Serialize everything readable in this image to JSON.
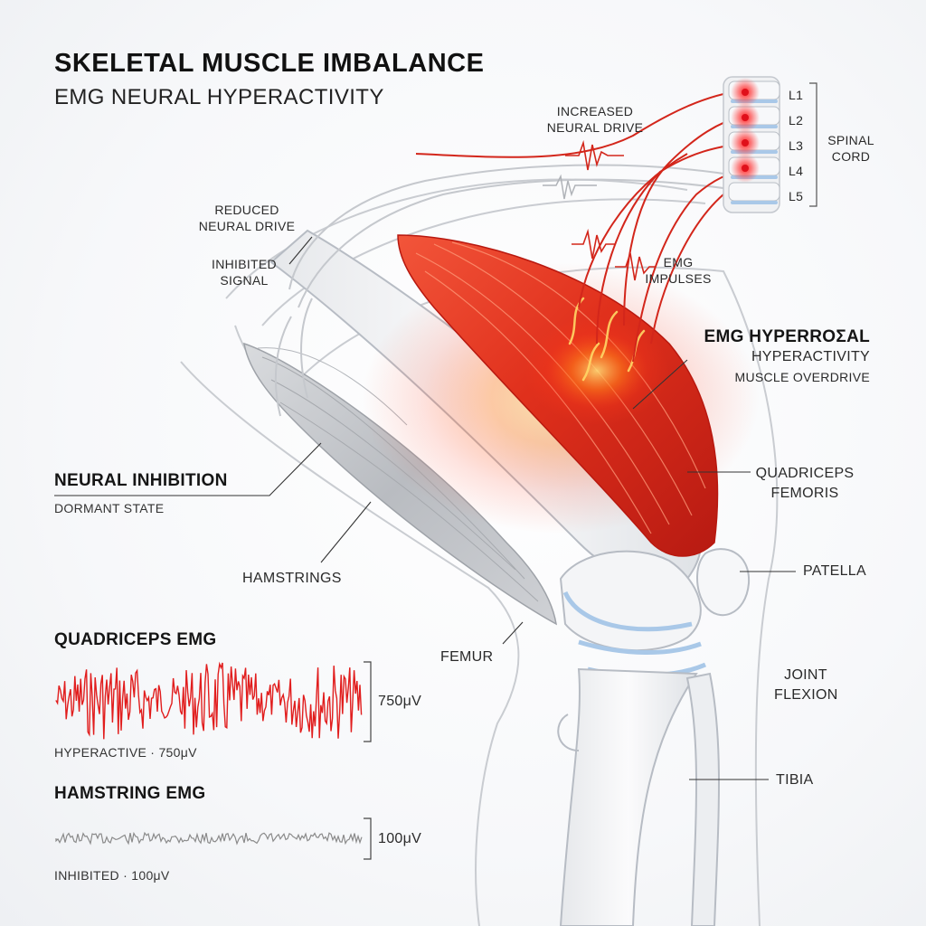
{
  "title": "SKELETAL MUSCLE IMBALANCE",
  "subtitle": "EMG NEURAL HYPERACTIVITY",
  "spine": {
    "levels": [
      "L1",
      "L2",
      "L3",
      "L4",
      "L5"
    ],
    "label": "SPINAL\nCORD"
  },
  "labels": {
    "increased_drive": "INCREASED\nNEURAL DRIVE",
    "reduced_drive": "REDUCED\nNEURAL DRIVE",
    "inhibited_signal": "INHIBITED\nSIGNAL",
    "emg_impulses": "EMG\nIMPULSES",
    "hyper_head": "EMG HYPERROΣAL",
    "hyper_sub1": "HYPERACTIVITY",
    "hyper_sub2": "MUSCLE OVERDRIVE",
    "inhibition_head": "NEURAL INHIBITION",
    "inhibition_sub": "DORMANT STATE",
    "hamstrings": "HAMSTRINGS",
    "quadriceps": "QUADRICEPS\nFEMORIS",
    "patella": "PATELLA",
    "femur": "FEMUR",
    "joint_flexion": "JOINT\nFLEXION",
    "tibia": "TIBIA"
  },
  "emg": {
    "quad": {
      "title": "QUADRICEPS EMG",
      "scale": "750μV",
      "caption": "HYPERACTIVE · 750μV",
      "color": "#e11d1d"
    },
    "ham": {
      "title": "HAMSTRING EMG",
      "scale": "100μV",
      "caption": "INHIBITED · 100μV",
      "color": "#8a8a8a"
    }
  },
  "colors": {
    "active": "#e3261c",
    "glow": "#ff8a1e",
    "inactive": "#a9adb3",
    "bone": "#f2f3f5",
    "cartilage": "#a9c8e8"
  }
}
